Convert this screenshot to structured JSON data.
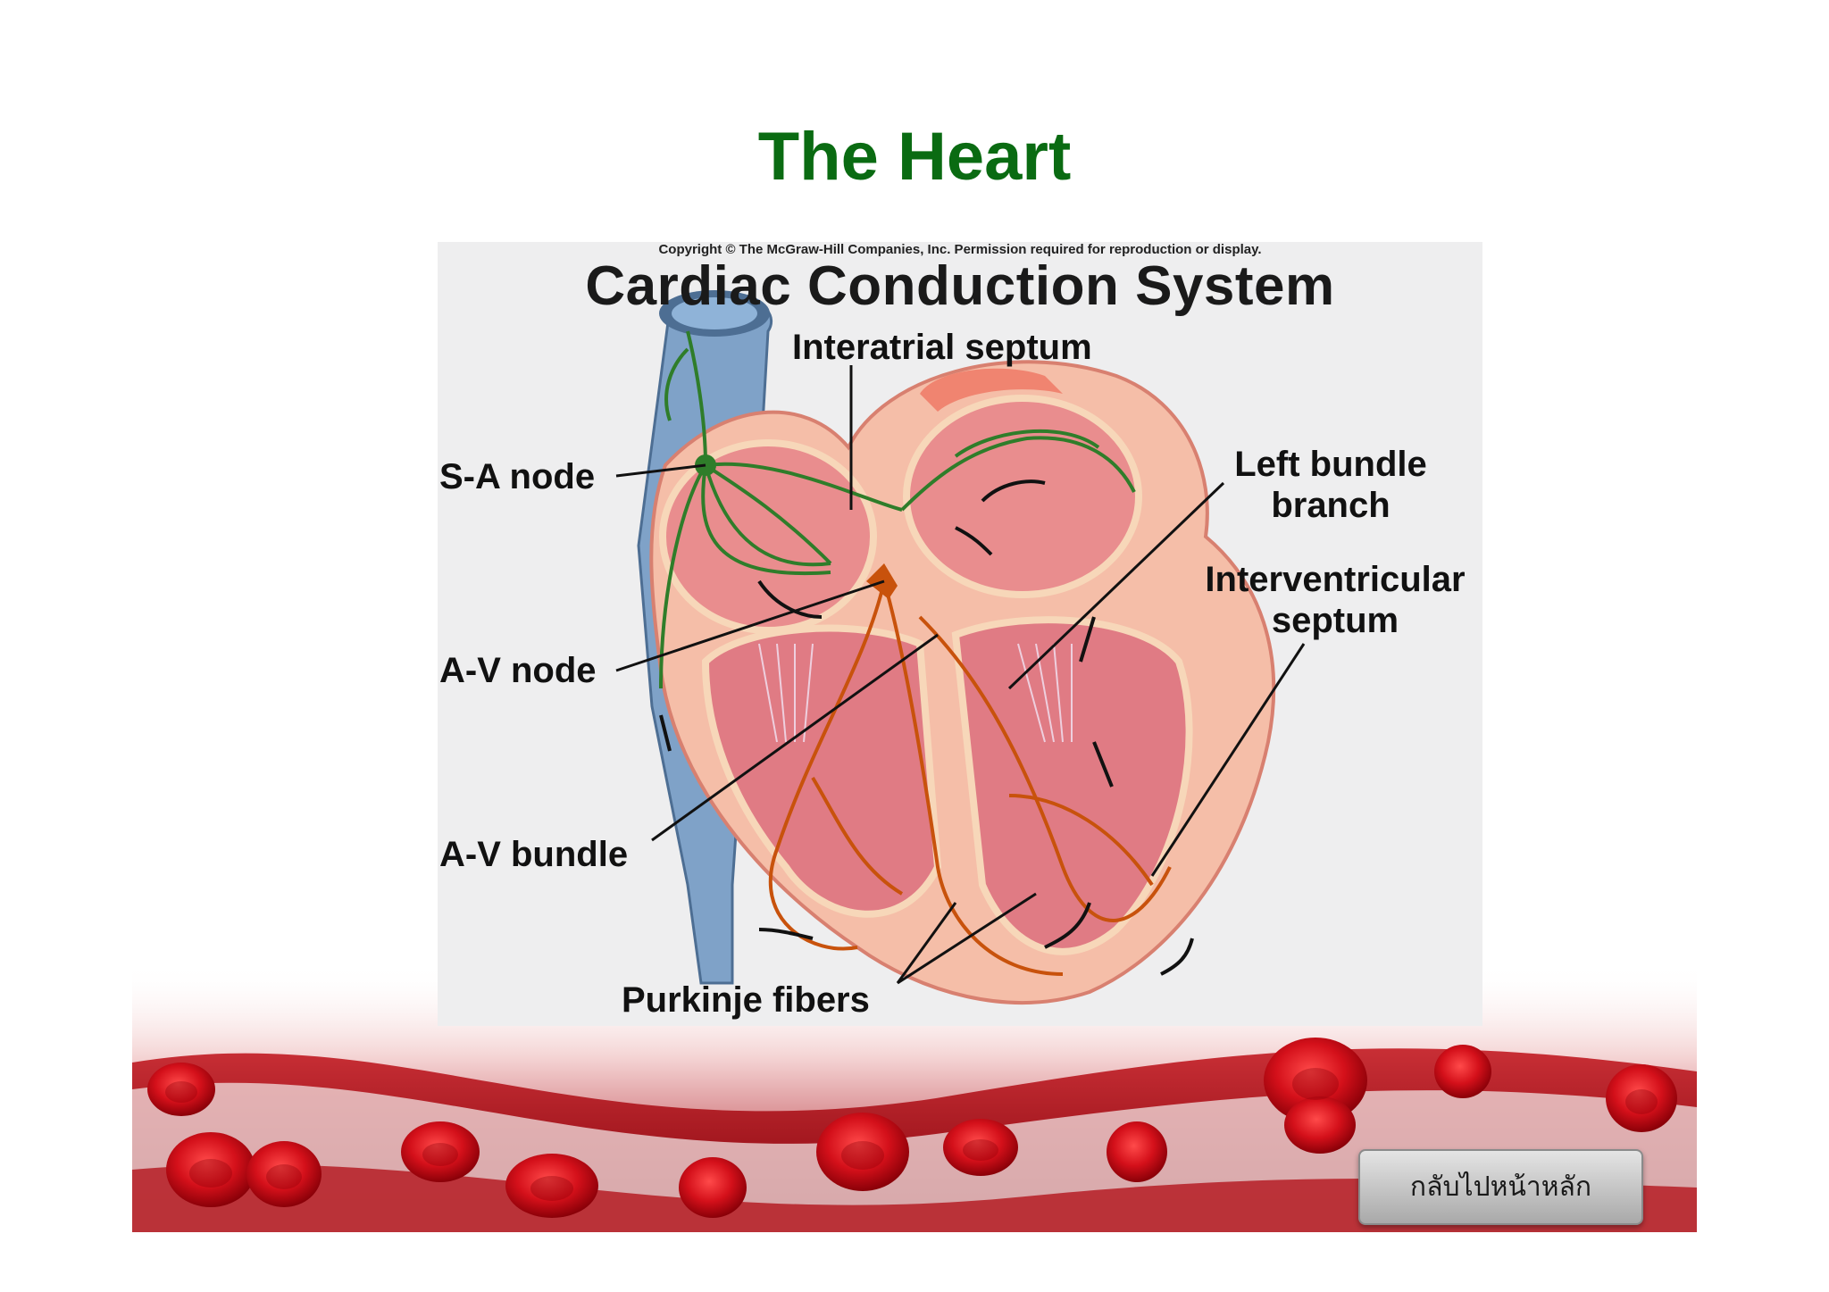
{
  "slide": {
    "title": "The Heart",
    "title_color": "#0a6b12"
  },
  "figure": {
    "copyright": "Copyright © The McGraw-Hill Companies, Inc. Permission required for reproduction or display.",
    "title": "Cardiac Conduction System",
    "labels": {
      "interatrial_septum": "Interatrial septum",
      "sa_node": "S-A node",
      "av_node": "A-V node",
      "av_bundle": "A-V bundle",
      "left_bundle_line1": "Left bundle",
      "left_bundle_line2": "branch",
      "interventricular_line1": "Interventricular",
      "interventricular_line2": "septum",
      "purkinje": "Purkinje fibers"
    }
  },
  "navigation": {
    "home_button_label": "กลับไปหน้าหลัก"
  },
  "colors": {
    "blood_red": "#c8101a",
    "vein_blue": "#6f92b8",
    "heart_pink": "#f3b9a5",
    "conduction_green": "#2f7d2a",
    "conduction_orange": "#c8520c"
  }
}
